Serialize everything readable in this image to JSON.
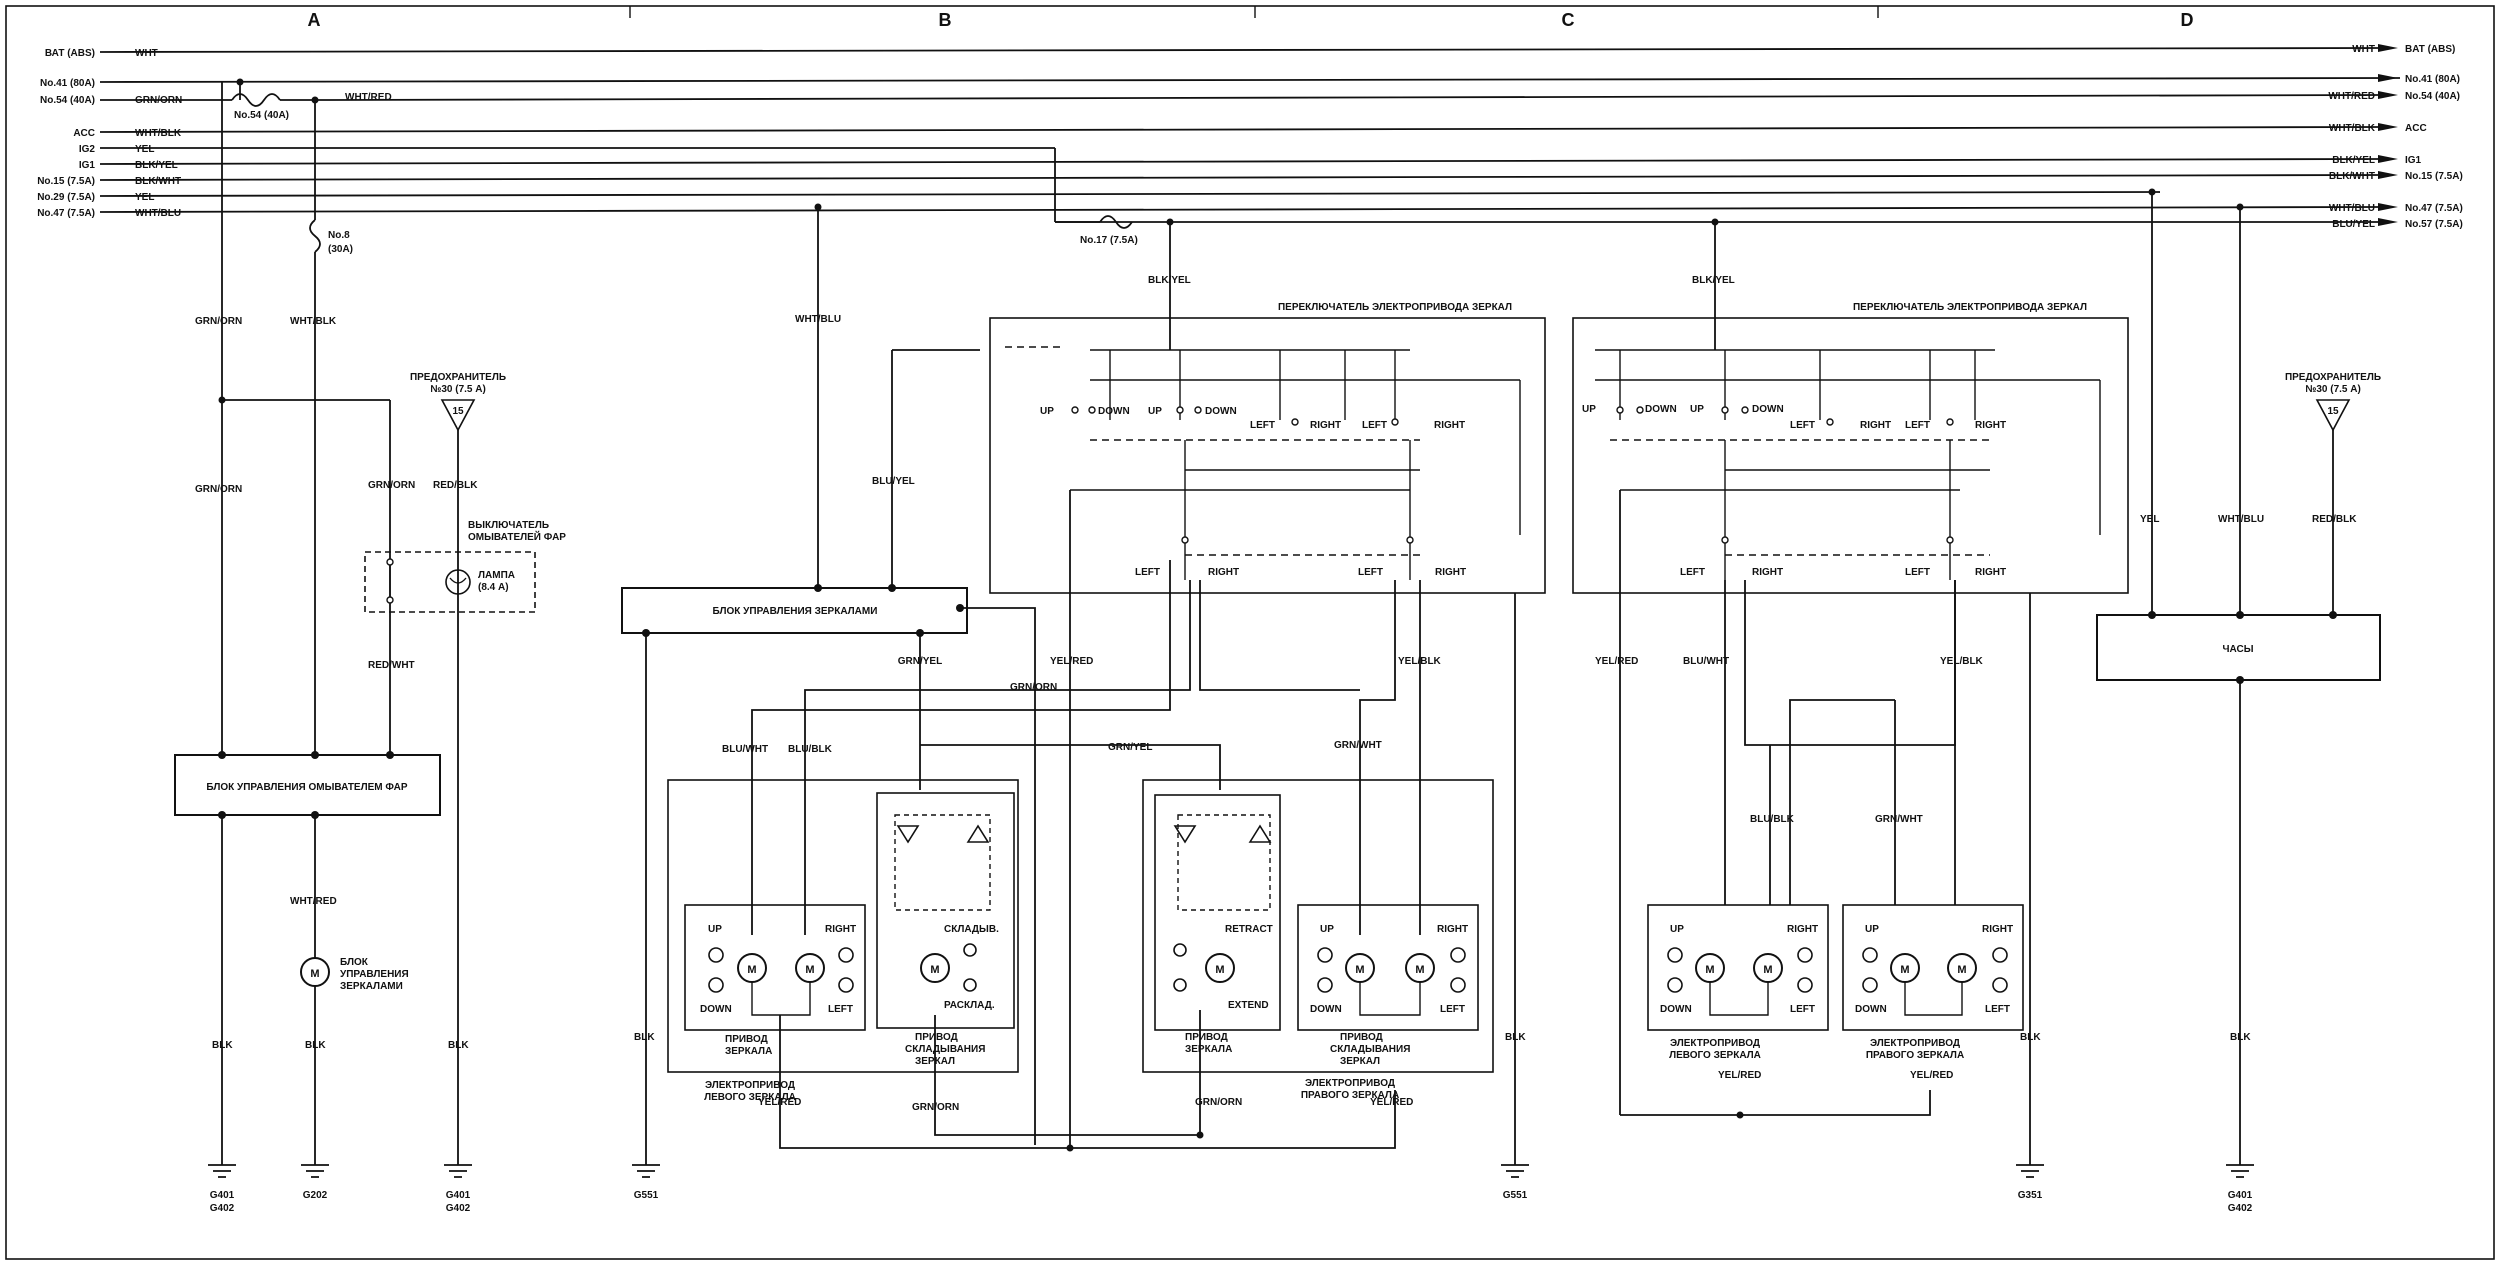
{
  "columns": [
    "A",
    "B",
    "C",
    "D"
  ],
  "left_labels": [
    "ВАТ (ABS)",
    "No.41 (80A)",
    "No.54 (40A)",
    "ACC",
    "IG2",
    "IG1",
    "No.15 (7.5A)",
    "No.29 (7.5A)",
    "No.47 (7.5A)"
  ],
  "left_wire_colors": [
    "WHT",
    "GRN/ORN",
    "WHT/BLK",
    "YEL",
    "BLK/YEL",
    "BLK/WHT",
    "YEL",
    "WHT/BLU"
  ],
  "right_labels": [
    "BAT (ABS)",
    "No.41 (80A)",
    "No.54 (40A)",
    "ACC",
    "IG1",
    "No.15 (7.5A)",
    "No.47 (7.5A)",
    "No.57 (7.5A)"
  ],
  "right_wire_colors": [
    "WHT",
    "WHT/RED",
    "WHT/BLK",
    "BLK/YEL",
    "BLK/WHT",
    "WHT/BLU",
    "BLU/YEL"
  ],
  "fuses": {
    "f54": "No.54 (40A)",
    "f8a": "No.8",
    "f8b": "(30A)",
    "f17": "No.17 (7.5A)"
  },
  "wires": {
    "grn_orn": "GRN/ORN",
    "wht_blk": "WHT/BLK",
    "wht_red": "WHT/RED",
    "red_blk": "RED/BLK",
    "red_wht": "RED/WHT",
    "wht_blu": "WHT/BLU",
    "blu_yel": "BLU/YEL",
    "blk_yel": "BLK/YEL",
    "grn_yel": "GRN/YEL",
    "yel_red": "YEL/RED",
    "yel_blk": "YEL/BLK",
    "blu_wht": "BLU/WHT",
    "blu_blk": "BLU/BLK",
    "grn_wht": "GRN/WHT",
    "yel": "YEL",
    "blk": "BLK"
  },
  "labels": {
    "predo_a": "ПРЕДОХРАНИТЕЛЬ",
    "predo_b": "№30 (7.5 А)",
    "predo_d_a": "ПРЕДОХРАНИТЕЛЬ",
    "predo_d_b": "№30 (7.5 А)",
    "num15": "15",
    "switch_a": "ВЫКЛЮЧАТЕЛЬ",
    "switch_b": "ОМЫВАТЕЛЕЙ ФАР",
    "lamp_a": "ЛАМПА",
    "lamp_b": "(8.4 А)",
    "washer_unit": "БЛОК УПРАВЛЕНИЯ ОМЫВАТЕЛЕМ ФАР",
    "mirror_unit_a": "БЛОК",
    "mirror_unit_b": "УПРАВЛЕНИЯ",
    "mirror_unit_c": "ЗЕРКАЛАМИ",
    "mirror_ctrl": "БЛОК УПРАВЛЕНИЯ ЗЕРКАЛАМИ",
    "switch_title": "ПЕРЕКЛЮЧАТЕЛЬ ЭЛЕКТРОПРИВОДА ЗЕРКАЛ",
    "clock": "ЧАСЫ",
    "m": "M",
    "up": "UP",
    "down": "DOWN",
    "left": "LEFT",
    "right": "RIGHT",
    "fold": "СКЛАДЫВ.",
    "unfold": "РАСКЛАД.",
    "retract": "RETRACT",
    "extend": "EXTEND",
    "drive_a": "ПРИВОД",
    "drive_b": "ЗЕРКАЛА",
    "fold_drive_a": "ПРИВОД",
    "fold_drive_b": "СКЛАДЫВАНИЯ",
    "fold_drive_c": "ЗЕРКАЛ",
    "elec_left_a": "ЭЛЕКТРОПРИВОД",
    "elec_left_b": "ЛЕВОГО ЗЕРКАЛА",
    "elec_right_a": "ЭЛЕКТРОПРИВОД",
    "elec_right_b": "ПРАВОГО ЗЕРКАЛА",
    "elec_left_c": "ЭЛЕКТРОПРИВОД",
    "elec_left_d": "ЛЕВОГО ЗЕРКАЛА",
    "elec_right_c": "ЭЛЕКТРОПРИВОД",
    "elec_right_d": "ПРАВОГО ЗЕРКАЛА"
  },
  "grounds": {
    "g1a": "G401",
    "g1b": "G402",
    "g2": "G202",
    "g3a": "G401",
    "g3b": "G402",
    "g4": "G551",
    "g5": "G551",
    "g6": "G351",
    "g7a": "G401",
    "g7b": "G402"
  }
}
